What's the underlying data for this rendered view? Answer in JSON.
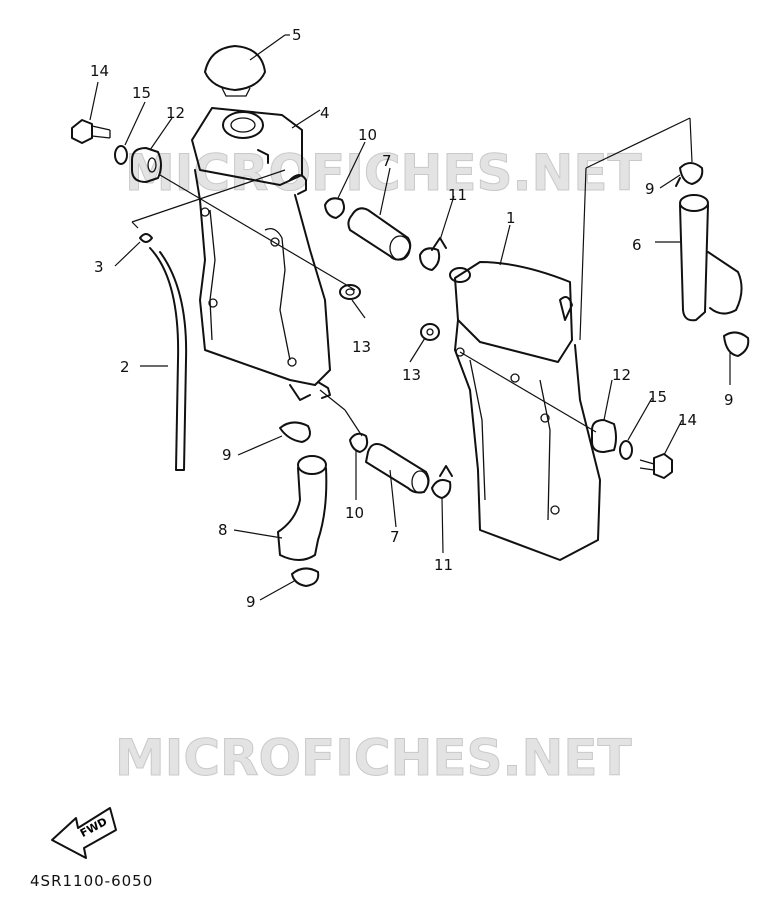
{
  "callouts": [
    {
      "id": "c1",
      "label": "1"
    },
    {
      "id": "c2",
      "label": "2"
    },
    {
      "id": "c3",
      "label": "3"
    },
    {
      "id": "c4",
      "label": "4"
    },
    {
      "id": "c5",
      "label": "5"
    },
    {
      "id": "c6",
      "label": "6"
    },
    {
      "id": "c7a",
      "label": "7"
    },
    {
      "id": "c7b",
      "label": "7"
    },
    {
      "id": "c8",
      "label": "8"
    },
    {
      "id": "c9a",
      "label": "9"
    },
    {
      "id": "c9b",
      "label": "9"
    },
    {
      "id": "c9c",
      "label": "9"
    },
    {
      "id": "c9d",
      "label": "9"
    },
    {
      "id": "c10a",
      "label": "10"
    },
    {
      "id": "c10b",
      "label": "10"
    },
    {
      "id": "c11a",
      "label": "11"
    },
    {
      "id": "c11b",
      "label": "11"
    },
    {
      "id": "c12a",
      "label": "12"
    },
    {
      "id": "c12b",
      "label": "12"
    },
    {
      "id": "c13a",
      "label": "13"
    },
    {
      "id": "c13b",
      "label": "13"
    },
    {
      "id": "c14a",
      "label": "14"
    },
    {
      "id": "c14b",
      "label": "14"
    },
    {
      "id": "c15a",
      "label": "15"
    },
    {
      "id": "c15b",
      "label": "15"
    }
  ],
  "watermark": "MICROFICHES.NET",
  "fwd_label": "FWD",
  "part_number": "4SR1100-6050"
}
